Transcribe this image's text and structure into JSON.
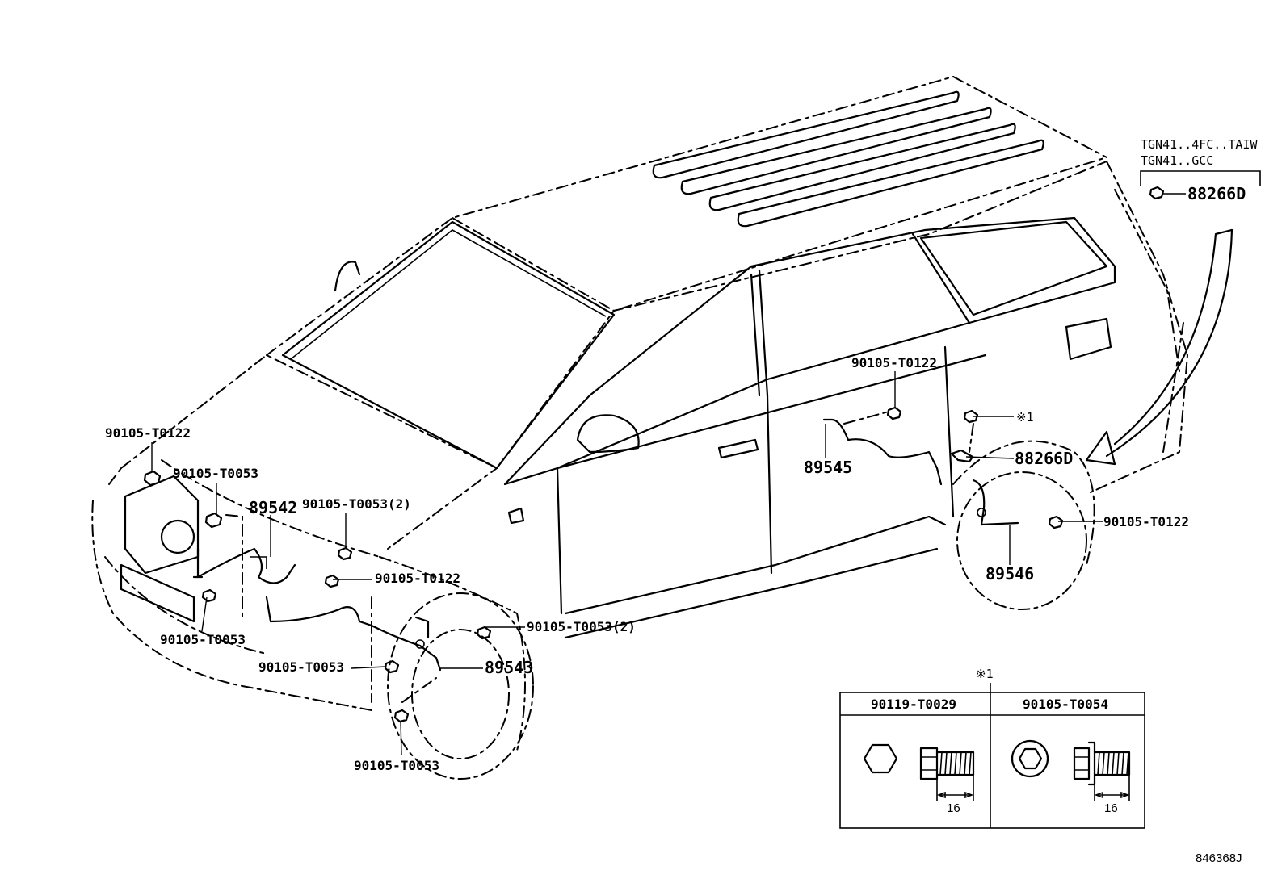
{
  "labels": {
    "fl_top_bolt": "90105-T0122",
    "fl_small_bolt": "90105-T0053",
    "front_sensor_left": "89542",
    "hood_bolt_2": "90105-T0053(2)",
    "hood_bolt": "90105-T0122",
    "fl_lower_bolt": "90105-T0053",
    "bumper_bolt": "90105-T0053",
    "wheel_bolt_2": "90105-T0053(2)",
    "front_sensor_right": "89543",
    "wheel_lower_bolt": "90105-T0053",
    "rear_top_bolt": "90105-T0122",
    "rear_sensor_left": "89545",
    "rear_mark": "※1",
    "rear_bracket": "88266D",
    "rear_right_bolt": "90105-T0122",
    "rear_sensor_right": "89546"
  },
  "variant": {
    "line1": "TGN41..4FC..TAIW",
    "line2": "TGN41..GCC",
    "part": "88266D"
  },
  "table": {
    "mark": "※1",
    "col1_part": "90119-T0029",
    "col2_part": "90105-T0054",
    "col1_dim": "16",
    "col2_dim": "16"
  },
  "diagram_id": "846368J"
}
